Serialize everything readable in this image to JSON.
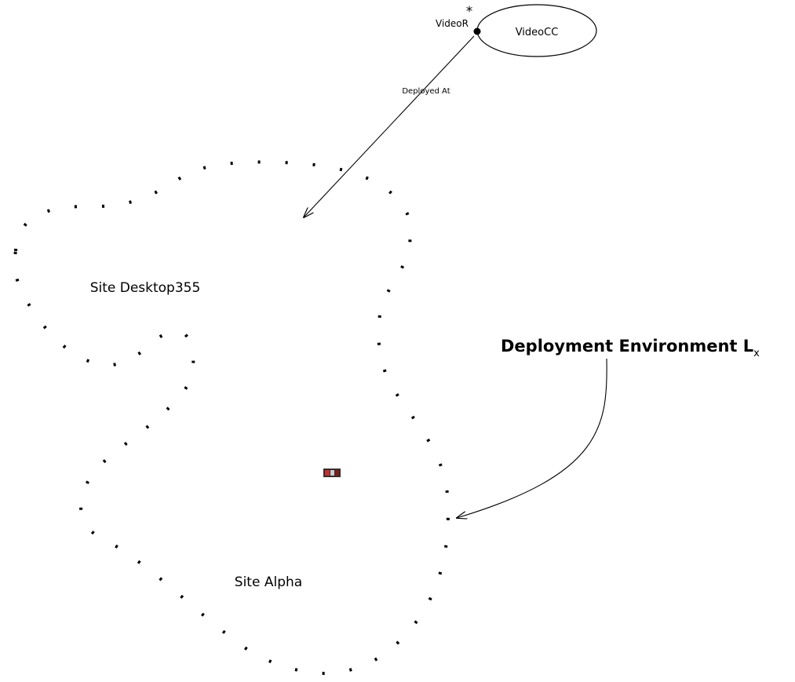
{
  "component": {
    "name": "VideoCC",
    "port_label": "VideoR",
    "multiplicity": "*"
  },
  "connector": {
    "label": "Deployed At"
  },
  "sites": [
    {
      "name": "Site Desktop355"
    },
    {
      "name": "Site Alpha"
    }
  ],
  "environment": {
    "label": "Deployment Environment L",
    "subscript": "x"
  }
}
